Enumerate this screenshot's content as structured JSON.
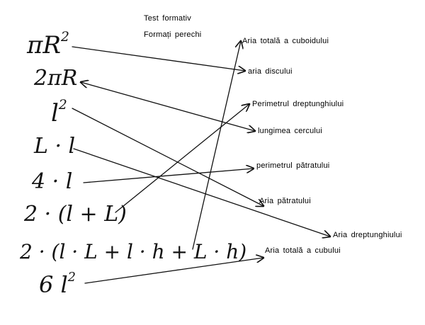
{
  "title": "Test  formativ",
  "subtitle": "Formați  perechi",
  "formulas": [
    {
      "id": "f1",
      "text": "πR",
      "sup": "2"
    },
    {
      "id": "f2",
      "text": "2πR",
      "sup": ""
    },
    {
      "id": "f3",
      "text": "l",
      "sup": "2"
    },
    {
      "id": "f4",
      "text": "L · l",
      "sup": ""
    },
    {
      "id": "f5",
      "text": "4 · l",
      "sup": ""
    },
    {
      "id": "f6",
      "text": "2 · (l + L)",
      "sup": ""
    },
    {
      "id": "f7",
      "text": "2 · (l · L + l · h + L · h)",
      "sup": ""
    },
    {
      "id": "f8",
      "text": "6 l",
      "sup": "2"
    }
  ],
  "answers": [
    {
      "id": "a1",
      "text": "Aria  totală  a  cuboidului"
    },
    {
      "id": "a2",
      "text": "aria   discului"
    },
    {
      "id": "a3",
      "text": "Perimetrul  dreptunghiului"
    },
    {
      "id": "a4",
      "text": "lungimea  cercului"
    },
    {
      "id": "a5",
      "text": "perimetrul  pătratului"
    },
    {
      "id": "a6",
      "text": "Aria  pătratului"
    },
    {
      "id": "a7",
      "text": "Aria  dreptunghiului"
    },
    {
      "id": "a8",
      "text": "Aria  totală  a  cubului"
    }
  ],
  "connections": [
    {
      "from": "f1",
      "to": "a2",
      "arrow": "end"
    },
    {
      "from": "f2",
      "to": "a4",
      "arrow": "both"
    },
    {
      "from": "f3",
      "to": "a6",
      "arrow": "end"
    },
    {
      "from": "f4",
      "to": "a7",
      "arrow": "end"
    },
    {
      "from": "f5",
      "to": "a5",
      "arrow": "end"
    },
    {
      "from": "f6",
      "to": "a3",
      "arrow": "end"
    },
    {
      "from": "f7",
      "to": "a1",
      "arrow": "end"
    },
    {
      "from": "f8",
      "to": "a8",
      "arrow": "end"
    }
  ],
  "colors": {
    "ink": "#111111",
    "background": "#ffffff"
  }
}
